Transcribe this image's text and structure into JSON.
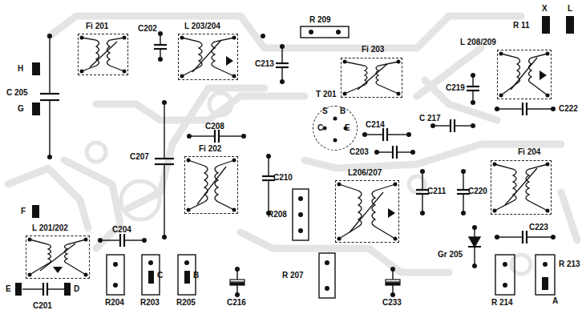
{
  "diagram": {
    "nodes": [
      {
        "text": [
          "Fi 201"
        ]
      },
      {
        "text": [
          "L 203/204"
        ]
      },
      {
        "text": [
          "Fi 203"
        ]
      },
      {
        "text": [
          "L 208/209"
        ]
      },
      {
        "text": [
          "Fi 202"
        ]
      },
      {
        "text": [
          "T 201",
          "S",
          "B",
          "C",
          "E"
        ]
      },
      {
        "text": [
          "Fi 204"
        ]
      },
      {
        "text": [
          "L206/207"
        ]
      },
      {
        "text": [
          "L 201/202"
        ]
      }
    ],
    "labels": [
      "C 205",
      "H",
      "G",
      "C202",
      "R 209",
      "C213",
      "R 11",
      "X",
      "L",
      "C219",
      "C222",
      "C208",
      "C 217",
      "C214",
      "C203",
      "C207",
      "C210",
      "C211",
      "C220",
      "R208",
      "C223",
      "F",
      "C204",
      "R 207",
      "Gr 205",
      "R 213",
      "E",
      "D",
      "C",
      "B",
      "C201",
      "R204",
      "R203",
      "R205",
      "C216",
      "C233",
      "R 214",
      "A"
    ]
  }
}
